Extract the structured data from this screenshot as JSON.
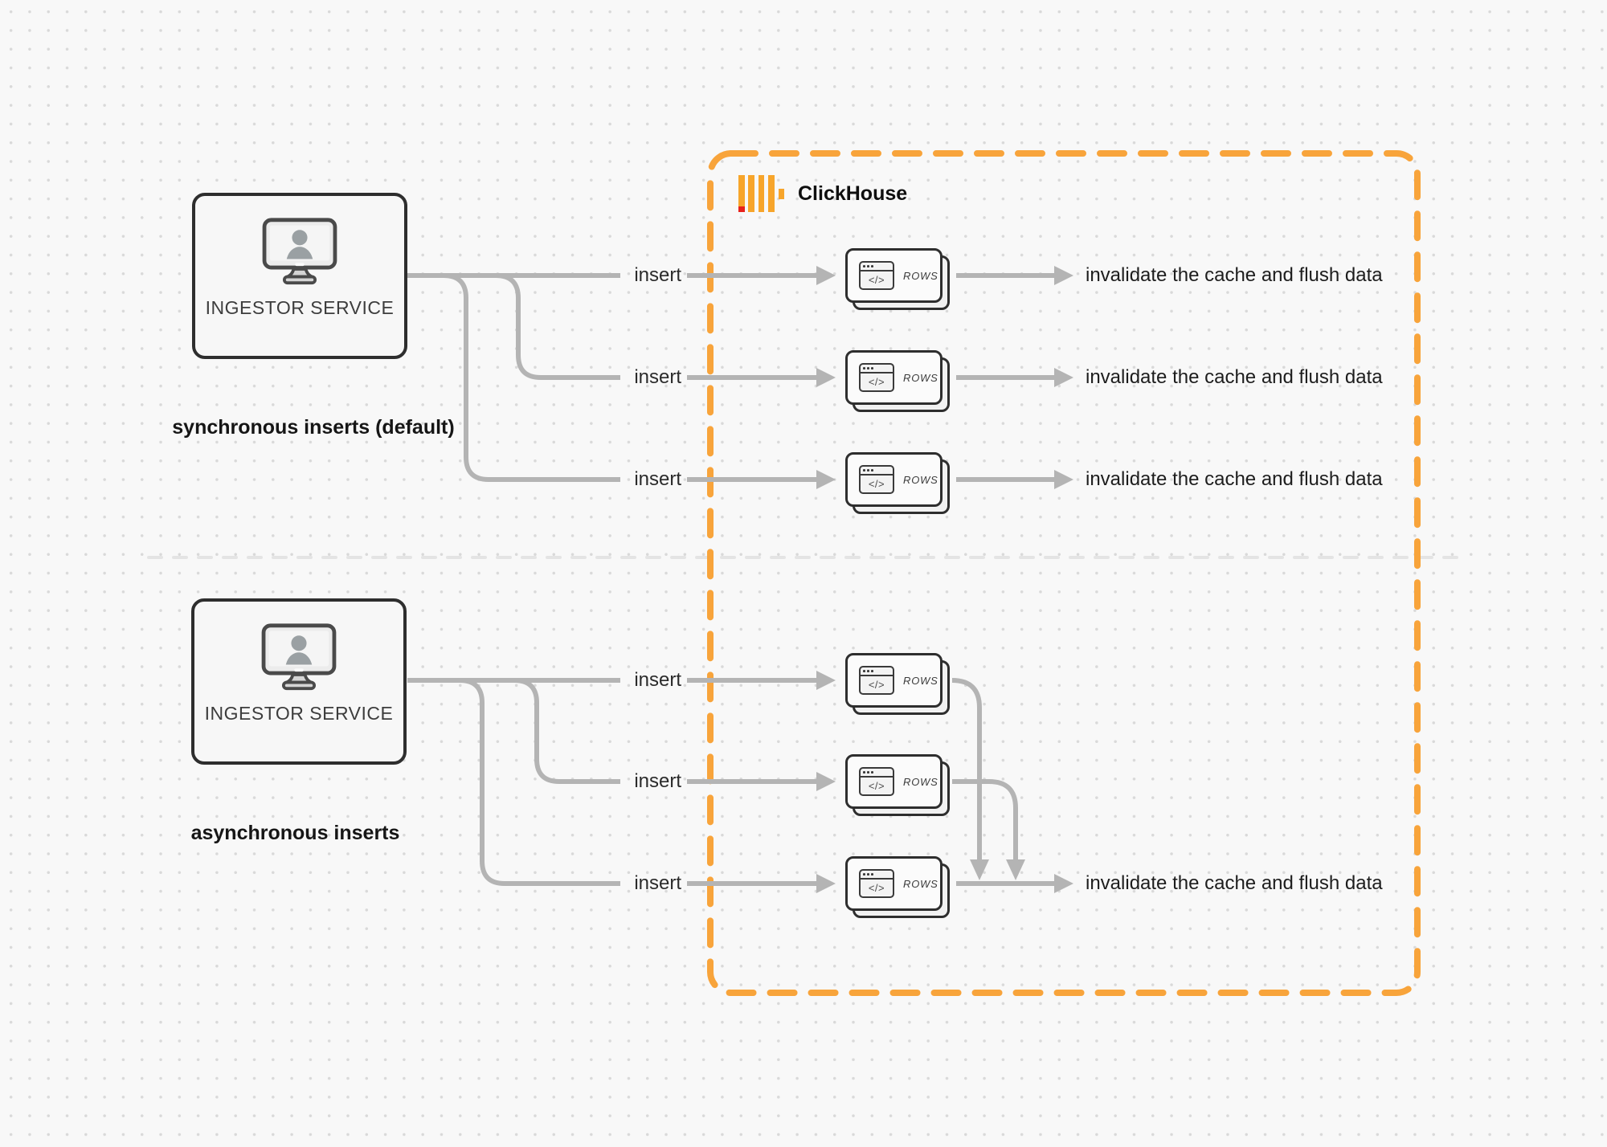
{
  "colors": {
    "accent_orange": "#F8A43B",
    "logo_yellow": "#F7A52B",
    "logo_red": "#E8211B",
    "connector_gray": "#B4B4B4",
    "divider_gray": "#E4E4E4",
    "card_border": "#2E2E2E"
  },
  "clickhouse": {
    "label": "ClickHouse"
  },
  "sync": {
    "service_label": "INGESTOR SERVICE",
    "caption": "synchronous inserts (default)",
    "rows": [
      {
        "insert_label": "insert",
        "card_label": "ROWS",
        "card_icon_glyph": "</>",
        "result_label": "invalidate the cache and flush data"
      },
      {
        "insert_label": "insert",
        "card_label": "ROWS",
        "card_icon_glyph": "</>",
        "result_label": "invalidate the cache and flush data"
      },
      {
        "insert_label": "insert",
        "card_label": "ROWS",
        "card_icon_glyph": "</>",
        "result_label": "invalidate the cache and flush data"
      }
    ]
  },
  "async": {
    "service_label": "INGESTOR SERVICE",
    "caption": "asynchronous inserts",
    "rows": [
      {
        "insert_label": "insert",
        "card_label": "ROWS",
        "card_icon_glyph": "</>"
      },
      {
        "insert_label": "insert",
        "card_label": "ROWS",
        "card_icon_glyph": "</>"
      },
      {
        "insert_label": "insert",
        "card_label": "ROWS",
        "card_icon_glyph": "</>"
      }
    ],
    "result_label": "invalidate the cache and flush data"
  }
}
